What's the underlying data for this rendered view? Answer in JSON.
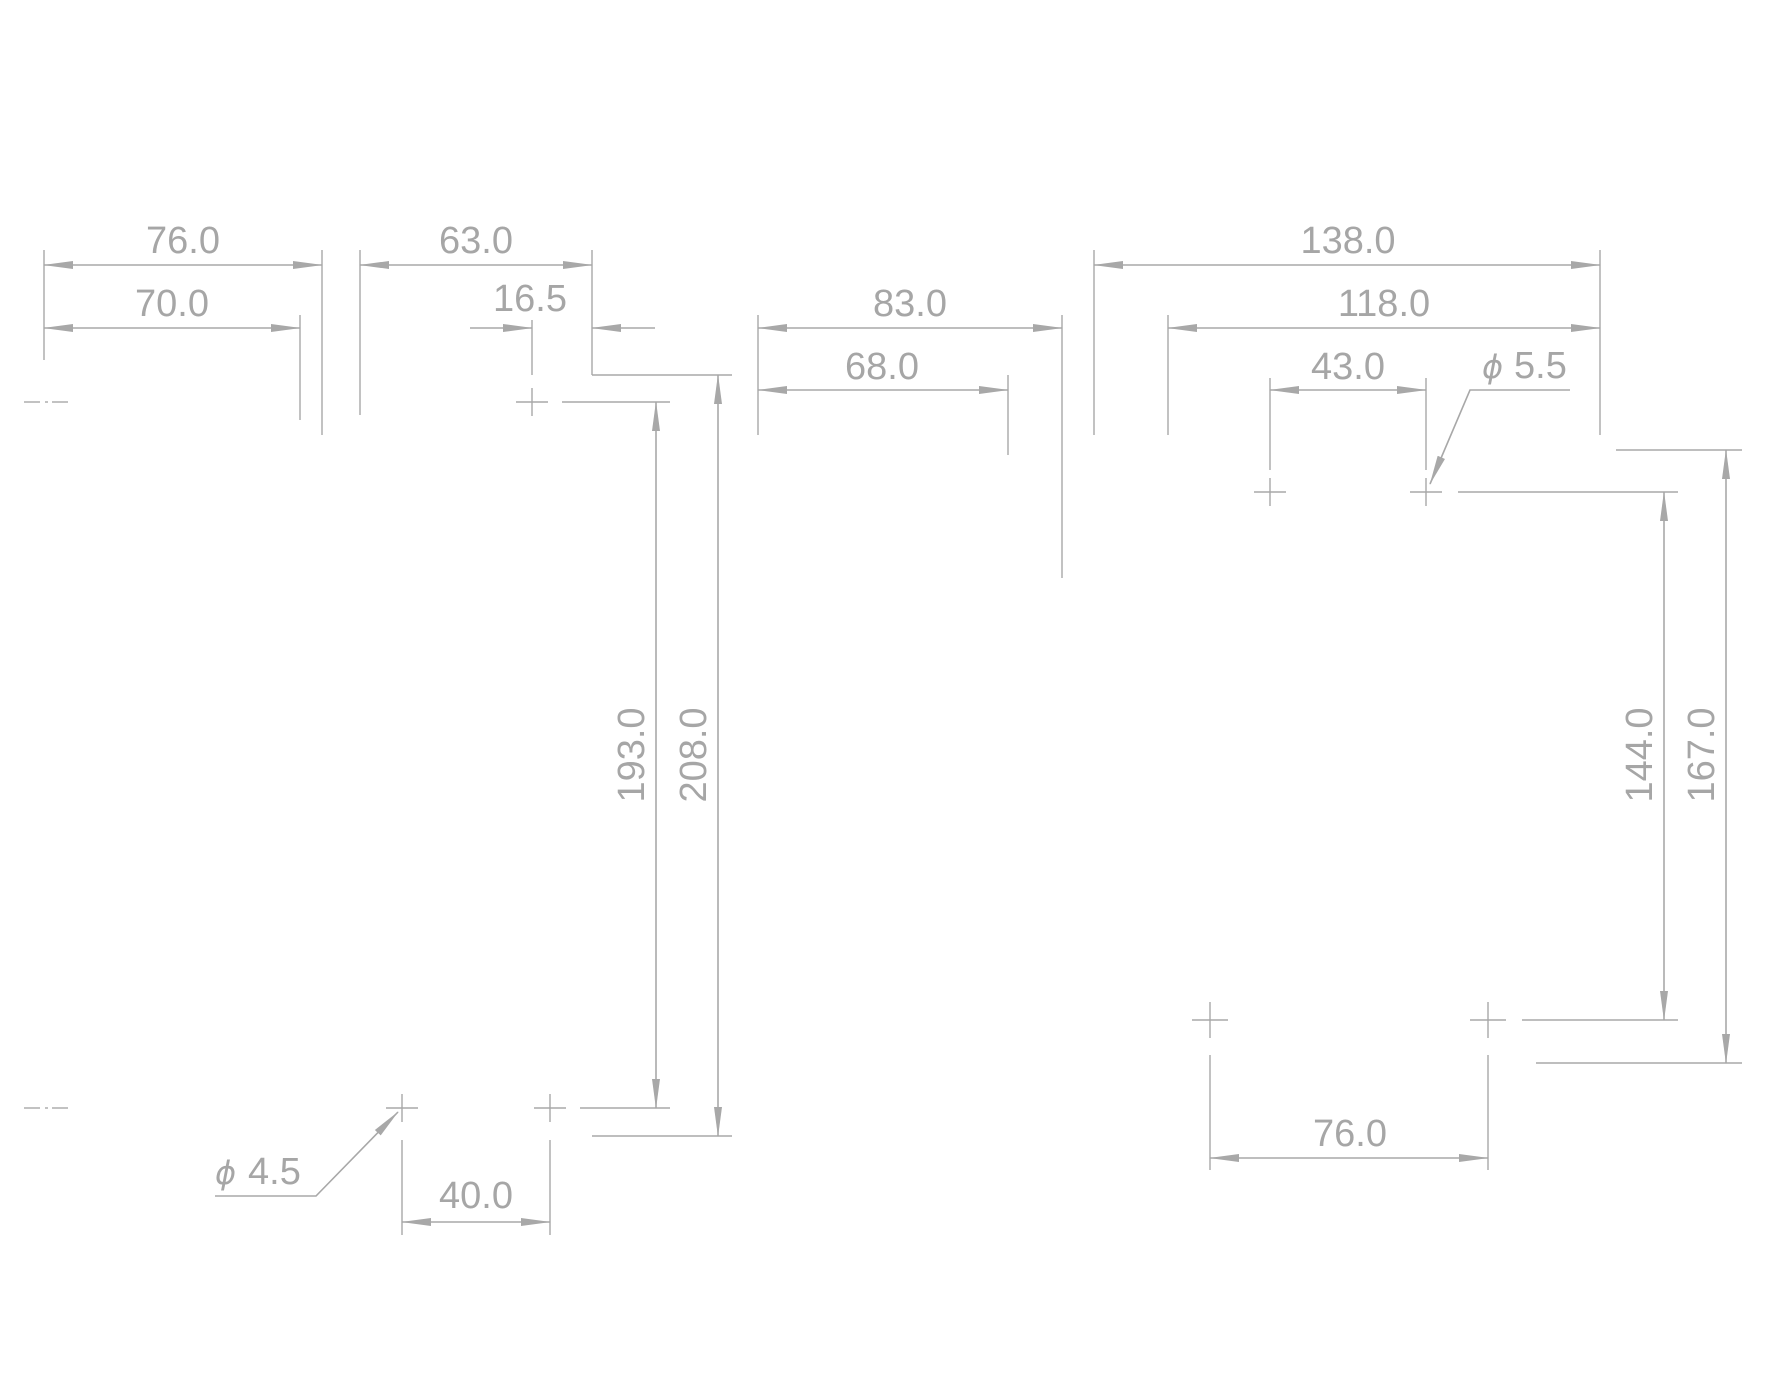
{
  "drawing": {
    "title": "",
    "line_color": "#a8a8a8",
    "text_color": "#a6a6a6",
    "background": "#ffffff"
  },
  "dimensions": {
    "left": {
      "overall_width": "76.0",
      "inner_width": "70.0",
      "side_depth": "63.0",
      "offset": "16.5",
      "hole_spacing_v": "193.0",
      "overall_height": "208.0",
      "hole_spacing_h": "40.0",
      "hole_diameter": "4.5"
    },
    "middle": {
      "outer_width": "83.0",
      "inner_width": "68.0"
    },
    "right": {
      "overall_width": "138.0",
      "inner_width": "118.0",
      "hole_spacing_top": "43.0",
      "hole_diameter": "5.5",
      "hole_spacing_v": "144.0",
      "overall_height": "167.0",
      "hole_spacing_bottom": "76.0"
    }
  },
  "symbols": {
    "diameter_symbol": "ϕ"
  }
}
